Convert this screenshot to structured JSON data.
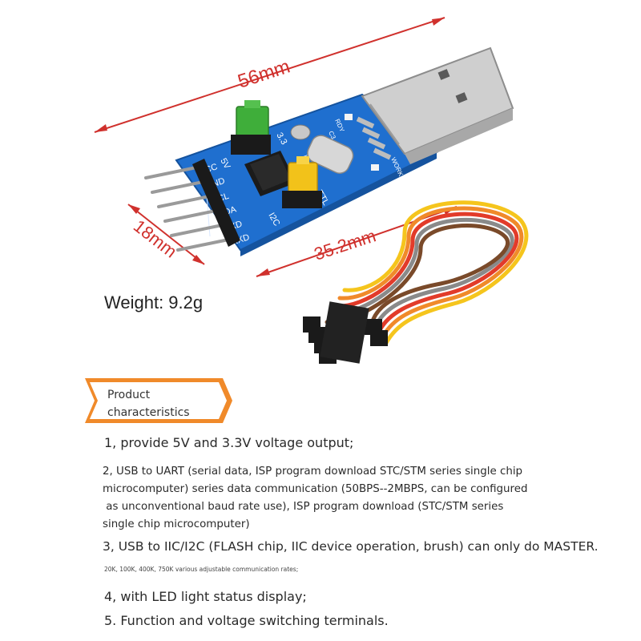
{
  "dimensions": {
    "length": "56mm",
    "width": "18mm",
    "board_length": "35.2mm"
  },
  "weight": "Weight: 9.2g",
  "section_title": {
    "line1": "Product",
    "line2": "characteristics"
  },
  "features": {
    "f1": "1, provide 5V and 3.3V voltage output;",
    "f2_lines": [
      "2, USB to UART (serial data, ISP program download STC/STM series single chip",
      "microcomputer) series data communication (50BPS--2MBPS, can be configured",
      " as unconventional baud rate use), ISP program download (STC/STM series",
      "single chip microcomputer)"
    ],
    "f3": "3, USB to IIC/I2C (FLASH chip, IIC device operation, brush) can only do MASTER.",
    "f3_sub": "20K, 100K, 400K, 750K various adjustable communication rates;",
    "f4": "4, with LED light status display;",
    "f5": "5. Function and voltage switching terminals."
  },
  "board_labels": {
    "pins": [
      "VCC",
      "GND",
      "SCL",
      "SDA",
      "TXD",
      "RXD"
    ],
    "v5": "5V",
    "v33": "3.3",
    "ttl": "TTL",
    "i2c": "I2C",
    "rdy": "RDY",
    "c3": "C3",
    "work": "WORK"
  },
  "colors": {
    "pcb": "#1f6fcf",
    "dimension_line": "#d0312d",
    "jumper_green": "#3fae3a",
    "jumper_yellow": "#f2c21a",
    "badge_orange": "#f08a2a"
  }
}
